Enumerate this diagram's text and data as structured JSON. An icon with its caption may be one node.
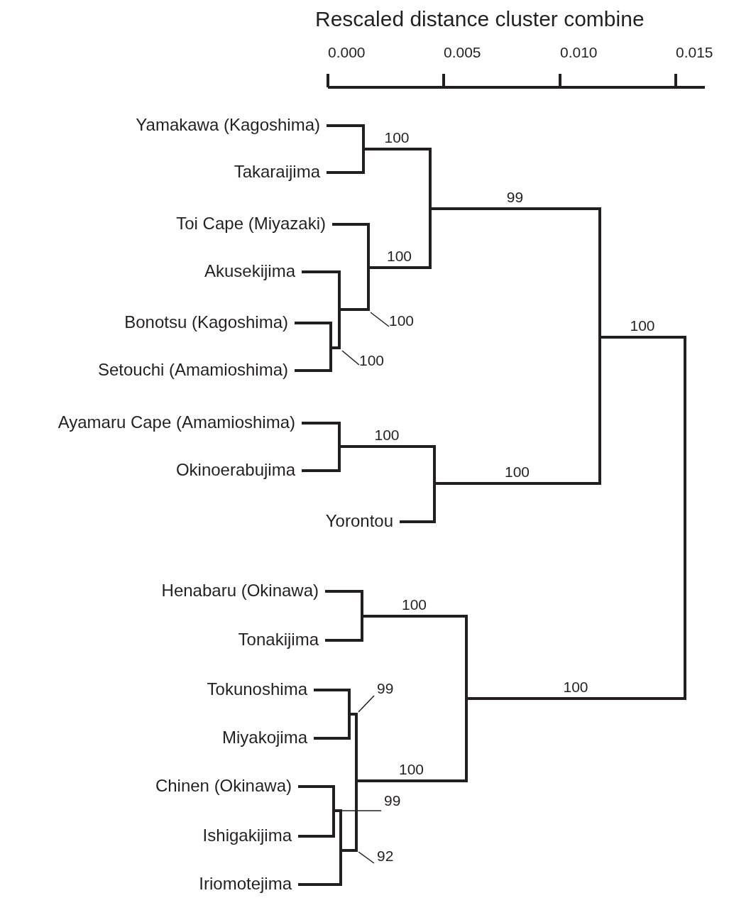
{
  "diagram": {
    "nodes": [
      {
        "text": [
          "Yamakawa (Kagoshima)"
        ]
      },
      {
        "text": [
          "Takaraijima"
        ]
      },
      {
        "text": [
          "Toi Cape (Miyazaki)"
        ]
      },
      {
        "text": [
          "Akusekijima"
        ]
      },
      {
        "text": [
          "Bonotsu (Kagoshima)"
        ]
      },
      {
        "text": [
          "Setouchi (Amamioshima)"
        ]
      },
      {
        "text": [
          "Ayamaru Cape (Amamioshima)"
        ]
      },
      {
        "text": [
          "Okinoerabujima"
        ]
      },
      {
        "text": [
          "Yorontou"
        ]
      },
      {
        "text": [
          "Henabaru (Okinawa)"
        ]
      },
      {
        "text": [
          "Tonakijima"
        ]
      },
      {
        "text": [
          "Tokunoshima"
        ]
      },
      {
        "text": [
          "Miyakojima"
        ]
      },
      {
        "text": [
          "Chinen (Okinawa)"
        ]
      },
      {
        "text": [
          "Ishigakijima"
        ]
      },
      {
        "text": [
          "Iriomotejima"
        ]
      },
      {
        "text": [],
        "shape": "bar"
      },
      {
        "text": [],
        "shape": "bar"
      },
      {
        "text": [],
        "shape": "bar"
      },
      {
        "text": [],
        "shape": "bar"
      },
      {
        "text": [],
        "shape": "bar"
      },
      {
        "text": [],
        "shape": "bar"
      },
      {
        "text": [],
        "shape": "bar"
      },
      {
        "text": [],
        "shape": "bar"
      },
      {
        "text": [],
        "shape": "bar"
      },
      {
        "text": [],
        "shape": "bar"
      },
      {
        "text": [],
        "shape": "bar"
      },
      {
        "text": [],
        "shape": "bar"
      },
      {
        "text": [],
        "shape": "bar"
      },
      {
        "text": [],
        "shape": "bar"
      },
      {
        "text": [],
        "shape": "bar"
      },
      {
        "text": [
          "100"
        ]
      },
      {
        "text": [
          "100"
        ]
      },
      {
        "text": [
          "99"
        ]
      },
      {
        "text": [
          "99"
        ]
      },
      {
        "text": [
          "92"
        ]
      }
    ],
    "edges": [
      {
        "from": 0,
        "to": 16,
        "arrow": "none"
      },
      {
        "from": 1,
        "to": 16,
        "arrow": "none"
      },
      {
        "from": 16,
        "to": 20,
        "arrow": "none",
        "label": "100"
      },
      {
        "from": 4,
        "to": 17,
        "arrow": "none"
      },
      {
        "from": 5,
        "to": 17,
        "arrow": "none"
      },
      {
        "from": 3,
        "to": 18,
        "arrow": "none"
      },
      {
        "from": 17,
        "to": 18,
        "arrow": "none"
      },
      {
        "from": 2,
        "to": 19,
        "arrow": "none"
      },
      {
        "from": 18,
        "to": 19,
        "arrow": "none"
      },
      {
        "from": 19,
        "to": 20,
        "arrow": "none",
        "label": "100"
      },
      {
        "from": 20,
        "to": 23,
        "arrow": "none",
        "label": "99"
      },
      {
        "from": 6,
        "to": 21,
        "arrow": "none"
      },
      {
        "from": 7,
        "to": 21,
        "arrow": "none"
      },
      {
        "from": 21,
        "to": 22,
        "arrow": "none",
        "label": "100"
      },
      {
        "from": 8,
        "to": 22,
        "arrow": "none"
      },
      {
        "from": 22,
        "to": 23,
        "arrow": "none",
        "label": "100"
      },
      {
        "from": 23,
        "to": 30,
        "arrow": "none",
        "label": "100"
      },
      {
        "from": 9,
        "to": 24,
        "arrow": "none"
      },
      {
        "from": 10,
        "to": 24,
        "arrow": "none"
      },
      {
        "from": 24,
        "to": 29,
        "arrow": "none",
        "label": "100"
      },
      {
        "from": 11,
        "to": 25,
        "arrow": "none"
      },
      {
        "from": 12,
        "to": 25,
        "arrow": "none"
      },
      {
        "from": 13,
        "to": 26,
        "arrow": "none"
      },
      {
        "from": 14,
        "to": 26,
        "arrow": "none"
      },
      {
        "from": 26,
        "to": 27,
        "arrow": "none"
      },
      {
        "from": 15,
        "to": 27,
        "arrow": "none"
      },
      {
        "from": 25,
        "to": 28,
        "arrow": "none"
      },
      {
        "from": 27,
        "to": 28,
        "arrow": "none"
      },
      {
        "from": 28,
        "to": 29,
        "arrow": "none",
        "label": "100"
      },
      {
        "from": 29,
        "to": 30,
        "arrow": "none",
        "label": "100"
      },
      {
        "from": 31,
        "to": 19,
        "arrow": "none"
      },
      {
        "from": 32,
        "to": 18,
        "arrow": "none"
      },
      {
        "from": 33,
        "to": 28,
        "arrow": "none"
      },
      {
        "from": 34,
        "to": 27,
        "arrow": "none"
      },
      {
        "from": 35,
        "to": 28,
        "arrow": "none"
      }
    ],
    "labels": [
      "Rescaled distance cluster combine",
      "0.000",
      "0.005",
      "0.010",
      "0.015"
    ]
  }
}
